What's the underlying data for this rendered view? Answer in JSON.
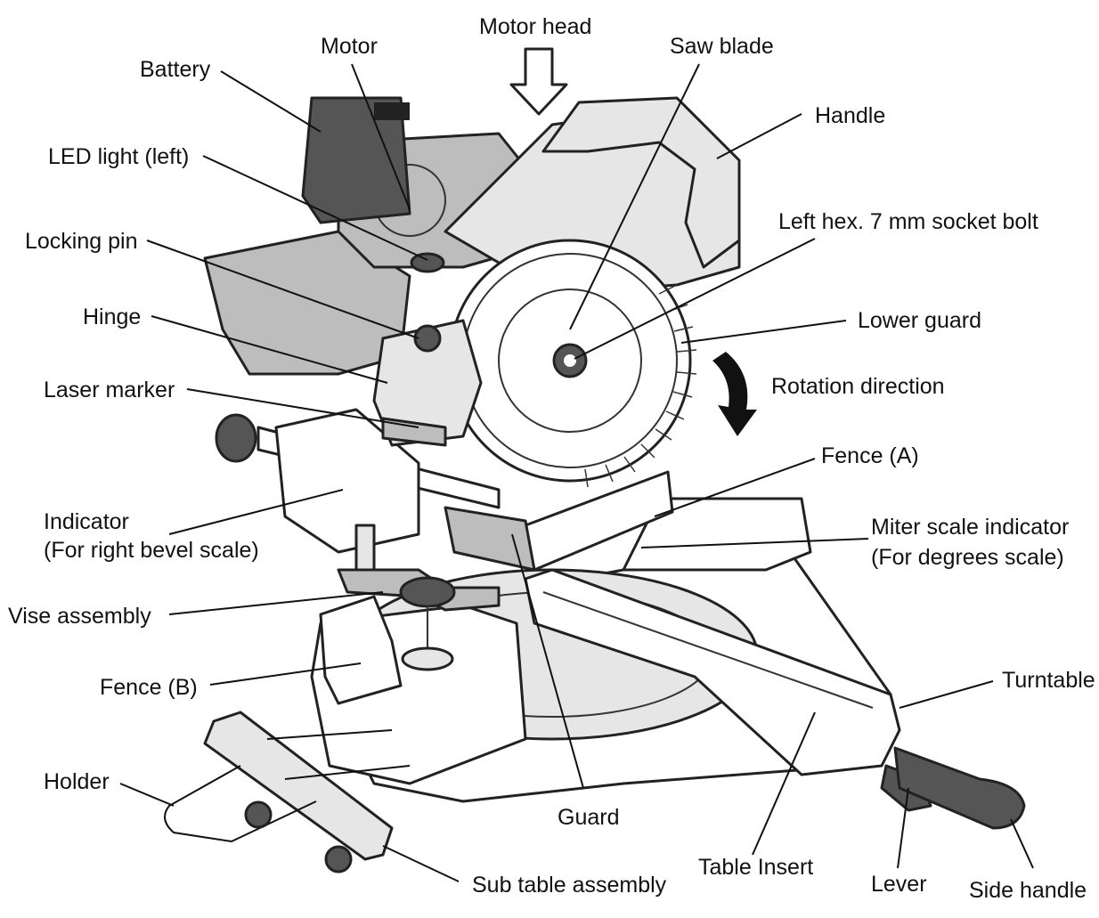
{
  "labels": {
    "motor_head": "Motor head",
    "motor": "Motor",
    "saw_blade": "Saw blade",
    "battery": "Battery",
    "handle": "Handle",
    "led_light_left": "LED light (left)",
    "left_hex_bolt": "Left hex. 7 mm socket bolt",
    "locking_pin": "Locking pin",
    "lower_guard": "Lower guard",
    "hinge": "Hinge",
    "rotation_direction": "Rotation direction",
    "laser_marker": "Laser marker",
    "fence_a": "Fence (A)",
    "indicator_line1": "Indicator",
    "indicator_line2": "(For right bevel scale)",
    "miter_scale_line1": "Miter scale indicator",
    "miter_scale_line2": "(For degrees scale)",
    "vise_assembly": "Vise assembly",
    "turntable": "Turntable",
    "fence_b": "Fence (B)",
    "holder": "Holder",
    "guard": "Guard",
    "table_insert": "Table Insert",
    "lever": "Lever",
    "side_handle": "Side handle",
    "sub_table_assembly": "Sub table assembly"
  }
}
